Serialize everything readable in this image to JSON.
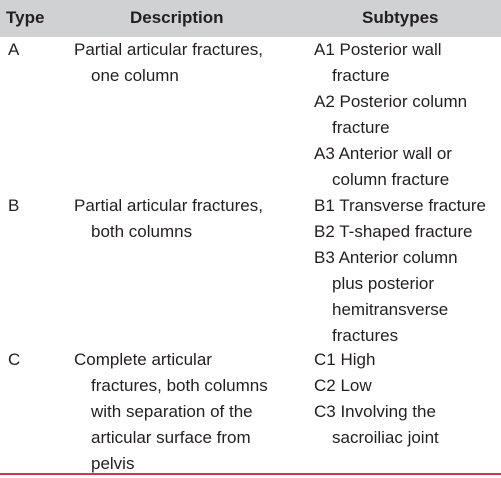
{
  "header": {
    "type": "Type",
    "description": "Description",
    "subtypes": "Subtypes"
  },
  "rows": [
    {
      "type": "A",
      "description": [
        "Partial articular fractures,",
        "one column"
      ],
      "subtypes": [
        [
          "A1 Posterior wall",
          "fracture"
        ],
        [
          "A2 Posterior column",
          "fracture"
        ],
        [
          "A3 Anterior wall or",
          "column fracture"
        ]
      ]
    },
    {
      "type": "B",
      "description": [
        "Partial articular fractures,",
        "both columns"
      ],
      "subtypes": [
        [
          "B1 Transverse fracture"
        ],
        [
          "B2 T-shaped fracture"
        ],
        [
          "B3 Anterior column",
          "plus posterior",
          "hemitransverse",
          "fractures"
        ]
      ]
    },
    {
      "type": "C",
      "description": [
        "Complete articular",
        "fractures, both columns",
        "with separation of the",
        "articular surface from",
        "pelvis"
      ],
      "subtypes": [
        [
          "C1 High"
        ],
        [
          "C2 Low"
        ],
        [
          "C3 Involving the",
          "sacroiliac joint"
        ]
      ]
    }
  ],
  "colors": {
    "header_bg": "#cfd1d3",
    "rule": "#d6334b",
    "text": "#231f20"
  }
}
